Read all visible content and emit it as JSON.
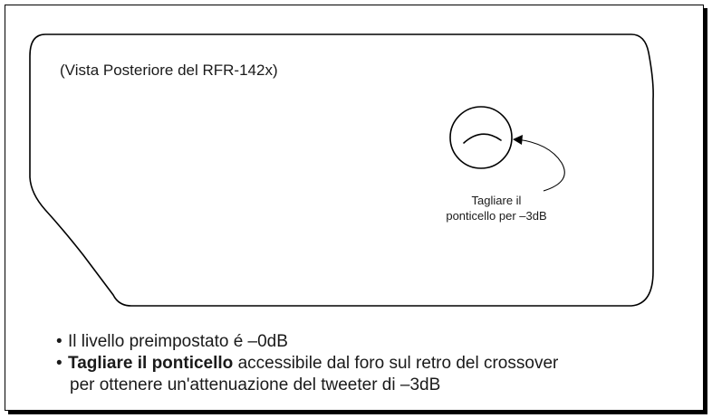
{
  "diagram": {
    "caption": "(Vista Posteriore del RFR-142x)",
    "callout": {
      "line1": "Tagliare il",
      "line2": "ponticello per –3dB"
    }
  },
  "bullets": {
    "symbol": "•",
    "item1": "Il livello preimpostato é –0dB",
    "item2_bold": "Tagliare il ponticello",
    "item2_rest": " accessibile dal foro sul retro del crossover",
    "item2_cont": "per ottenere un'attenuazione del tweeter di –3dB"
  }
}
